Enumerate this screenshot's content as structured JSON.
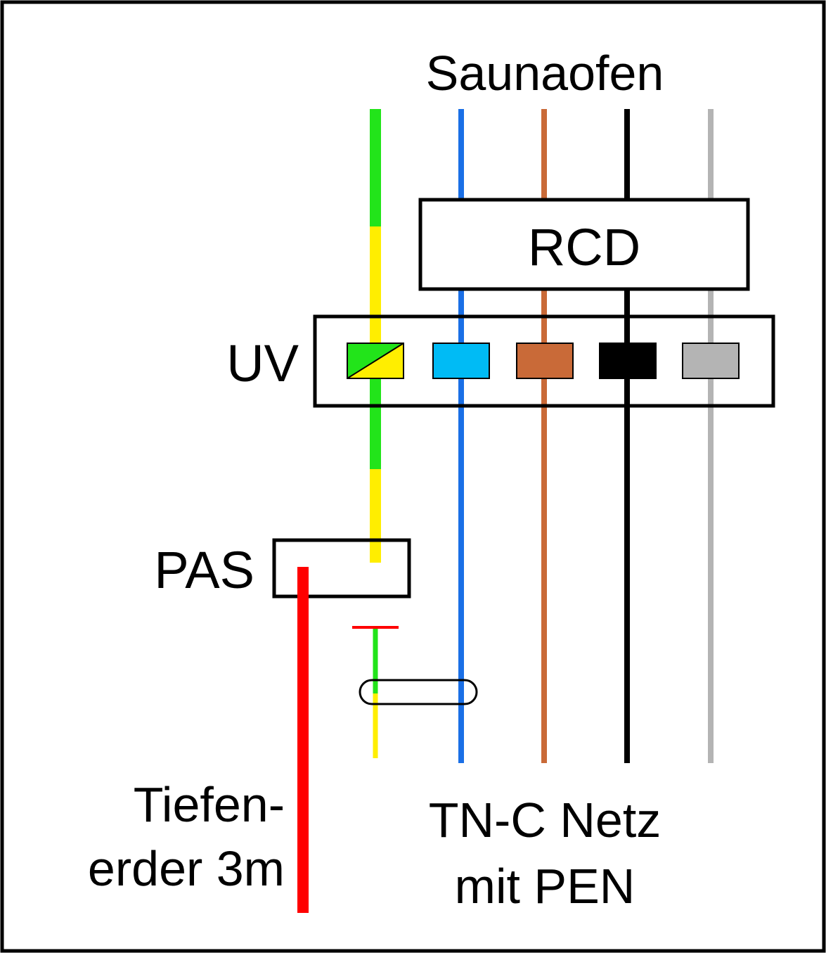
{
  "labels": {
    "top": "Saunaofen",
    "rcd": "RCD",
    "uv": "UV",
    "pas": "PAS",
    "ground_line1": "Tiefen-",
    "ground_line2": "erder 3m",
    "net_line1": "TN-C Netz",
    "net_line2": "mit PEN"
  },
  "colors": {
    "pe_green": "#22e41a",
    "pe_yellow": "#ffee00",
    "neutral_blue": "#1a6fe6",
    "terminal_blue": "#00bbf5",
    "phase_brown": "#c96a38",
    "phase_black": "#000000",
    "phase_grey": "#b4b4b4",
    "earth_red": "#ff0000",
    "outline": "#000000"
  }
}
